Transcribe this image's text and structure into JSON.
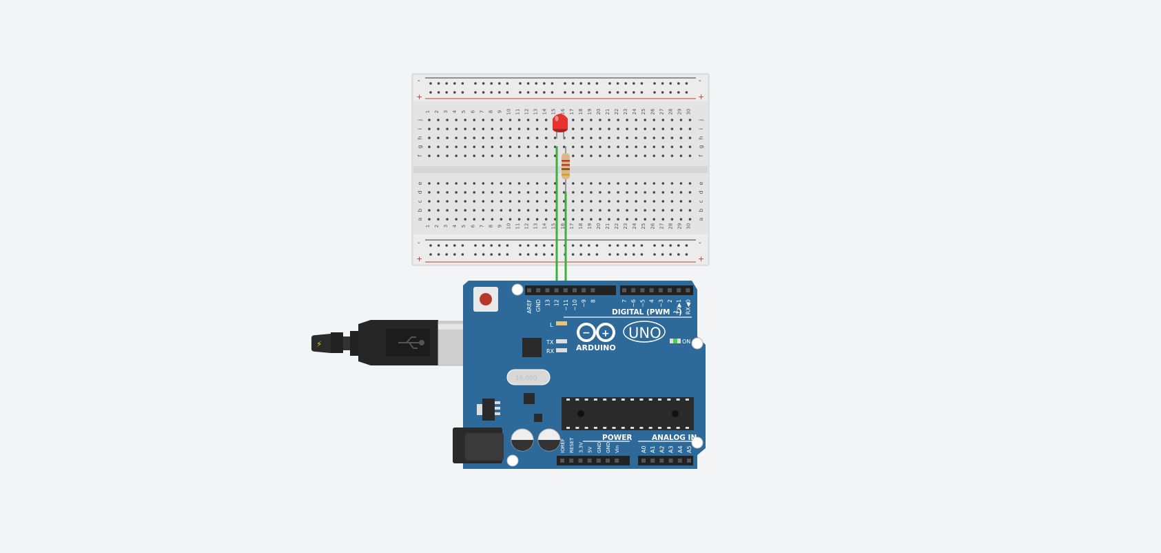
{
  "canvas": {
    "background": "#f3f4f6"
  },
  "breadboard": {
    "columns": 30,
    "rows_top": [
      "j",
      "i",
      "h",
      "g",
      "f"
    ],
    "rows_bottom": [
      "e",
      "d",
      "c",
      "b",
      "a"
    ],
    "rail_minus": "-",
    "rail_plus": "+"
  },
  "components": {
    "led": {
      "color": "#e8322d"
    },
    "resistor": {
      "bands": [
        "#c0392b",
        "#c0392b",
        "#8b4513",
        "#d4a017"
      ]
    },
    "wire_color": "#3fae3a"
  },
  "arduino": {
    "board_color": "#2d6a99",
    "logo_text": "ARDUINO",
    "model_text": "UNO",
    "digital_label": "DIGITAL (PWM ~)",
    "power_label": "POWER",
    "analog_label": "ANALOG IN",
    "on_label": "ON",
    "l_label": "L",
    "tx_label": "TX",
    "rx_label": "RX",
    "crystal_label": "16.000",
    "digital_pins": [
      "AREF",
      "GND",
      "13",
      "12",
      "~11",
      "~10",
      "~9",
      "8"
    ],
    "digital_pins_2": [
      "7",
      "~6",
      "~5",
      "4",
      "~3",
      "2",
      "TX▶1",
      "RX◀0"
    ],
    "power_pins": [
      "IOREF",
      "RESET",
      "3.3V",
      "5V",
      "GND",
      "GND",
      "Vin"
    ],
    "analog_pins": [
      "A0",
      "A1",
      "A2",
      "A3",
      "A4",
      "A5"
    ]
  },
  "usb_cable": {
    "icon": "usb-icon",
    "plug_icon": "lightning-icon"
  }
}
